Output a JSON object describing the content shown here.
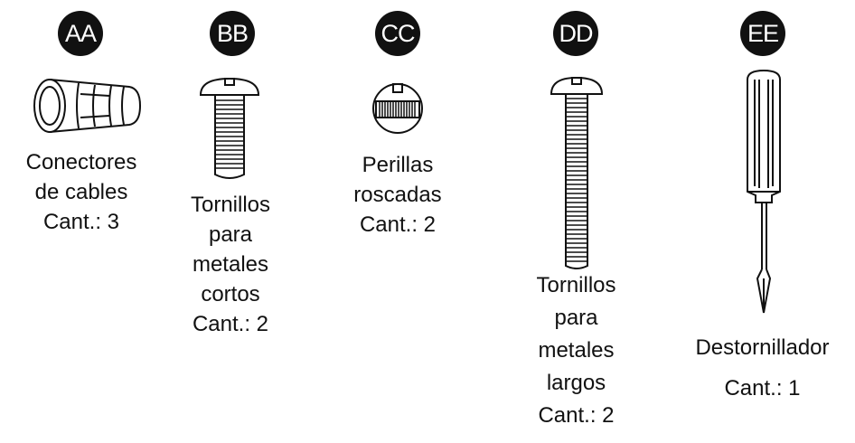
{
  "parts": [
    {
      "id": "AA",
      "name_lines": [
        "Conectores",
        "de cables"
      ],
      "qty": "Cant.: 3",
      "icon": "wire-connector-icon"
    },
    {
      "id": "BB",
      "name_lines": [
        "Tornillos",
        "para",
        "metales",
        "cortos"
      ],
      "qty": "Cant.: 2",
      "icon": "short-machine-screw-icon"
    },
    {
      "id": "CC",
      "name_lines": [
        "Perillas",
        "roscadas"
      ],
      "qty": "Cant.: 2",
      "icon": "threaded-knob-icon"
    },
    {
      "id": "DD",
      "name_lines": [
        "Tornillos",
        "para",
        "metales",
        "largos"
      ],
      "qty": "Cant.: 2",
      "icon": "long-machine-screw-icon"
    },
    {
      "id": "EE",
      "name_lines": [
        "Destornillador"
      ],
      "qty": "Cant.: 1",
      "icon": "screwdriver-icon"
    }
  ]
}
